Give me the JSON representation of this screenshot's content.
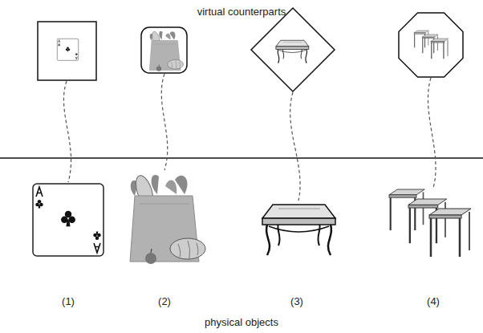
{
  "diagram": {
    "labels": [
      "virtual counterparts",
      "(1)",
      "(2)",
      "(3)",
      "(4)",
      "physical objects"
    ]
  }
}
